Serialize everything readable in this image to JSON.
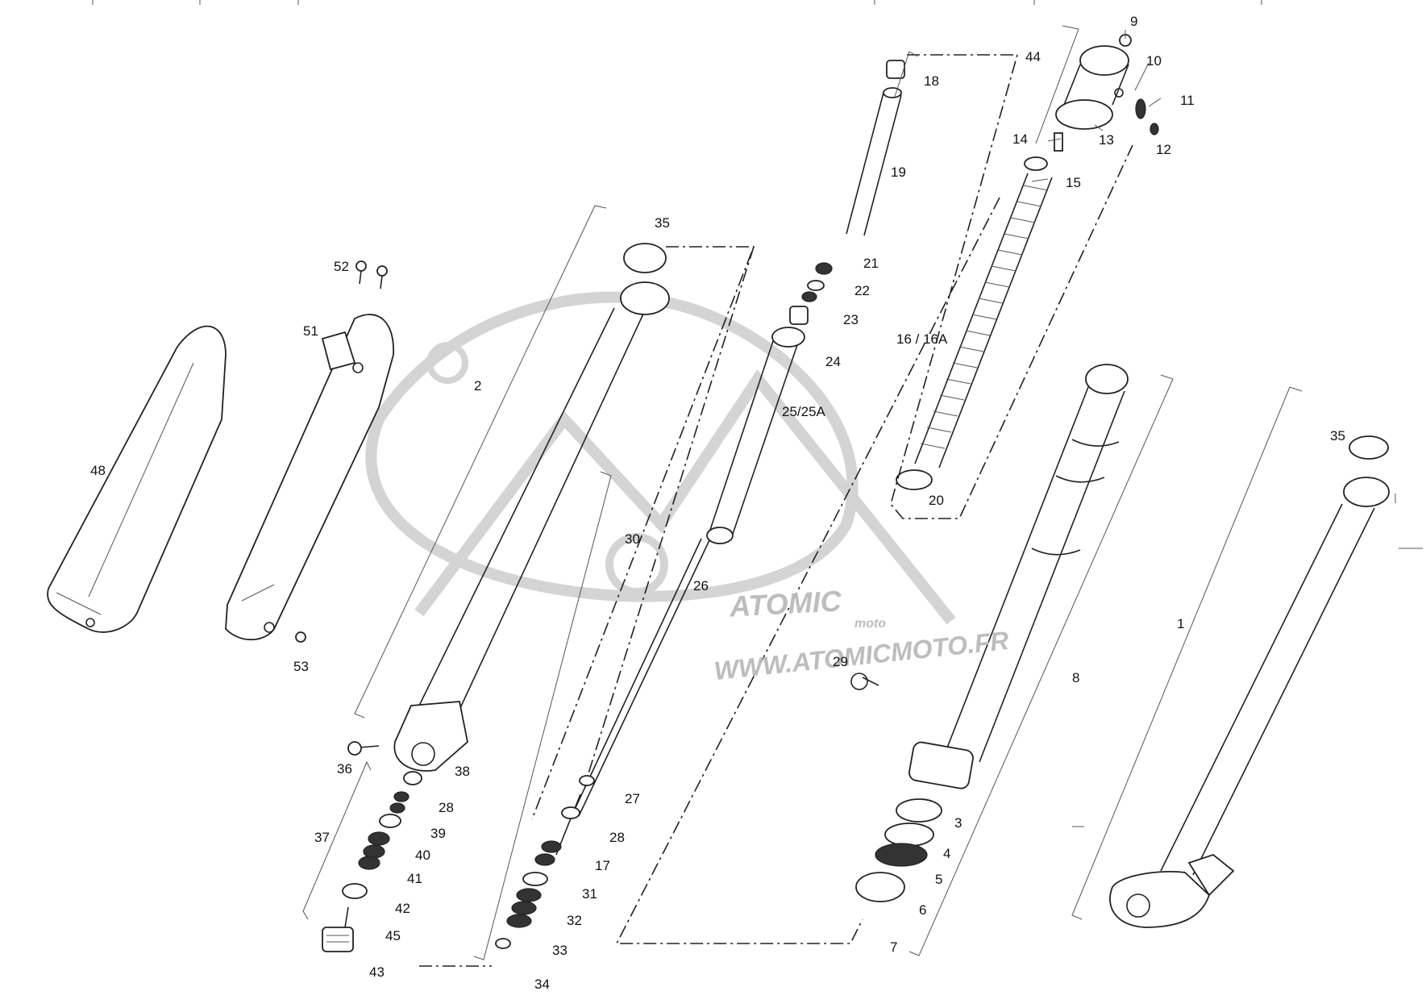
{
  "watermark": {
    "brand": "ATOMIC",
    "sub": "moto",
    "url": "WWW.ATOMICMOTO.FR"
  },
  "labels": {
    "p1": "1",
    "p2": "2",
    "p3": "3",
    "p4": "4",
    "p5": "5",
    "p6": "6",
    "p7": "7",
    "p8": "8",
    "p9": "9",
    "p10": "10",
    "p11": "11",
    "p12": "12",
    "p13": "13",
    "p14": "14",
    "p15": "15",
    "p16": "16 / 16A",
    "p17": "17",
    "p18": "18",
    "p19": "19",
    "p20": "20",
    "p21": "21",
    "p22": "22",
    "p23": "23",
    "p24": "24",
    "p25": "25/25A",
    "p26": "26",
    "p27": "27",
    "p28a": "28",
    "p28b": "28",
    "p29": "29",
    "p30": "30",
    "p31": "31",
    "p32": "32",
    "p33": "33",
    "p34": "34",
    "p35a": "35",
    "p35b": "35",
    "p36": "36",
    "p37": "37",
    "p38": "38",
    "p39": "39",
    "p40": "40",
    "p41": "41",
    "p42": "42",
    "p43": "43",
    "p44": "44",
    "p45": "45",
    "p48": "48",
    "p51": "51",
    "p52": "52",
    "p53": "53"
  }
}
